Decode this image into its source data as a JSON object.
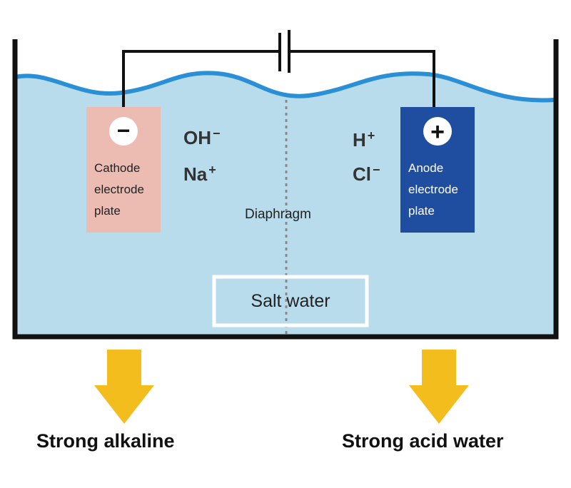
{
  "colors": {
    "water": "#b9dced",
    "wave": "#2b8fd6",
    "tank": "#111111",
    "cathode": "#ecbcb3",
    "anode": "#1f4ea1",
    "arrow": "#f4bd1e",
    "diaphragm": "#8a8a8a"
  },
  "cathode": {
    "symbol": "−",
    "label_lines": [
      "Cathode",
      "electrode",
      "plate"
    ]
  },
  "anode": {
    "symbol": "+",
    "label_lines": [
      "Anode",
      "electrode",
      "plate"
    ]
  },
  "ions": {
    "left": [
      {
        "base": "OH",
        "charge": "−"
      },
      {
        "base": "Na",
        "charge": "+"
      }
    ],
    "right": [
      {
        "base": "H",
        "charge": "+"
      },
      {
        "base": "Cl",
        "charge": "−"
      }
    ]
  },
  "diaphragm_label": "Diaphragm",
  "salt_water_label": "Salt water",
  "outputs": {
    "left": "Strong alkaline",
    "right": "Strong acid water"
  }
}
